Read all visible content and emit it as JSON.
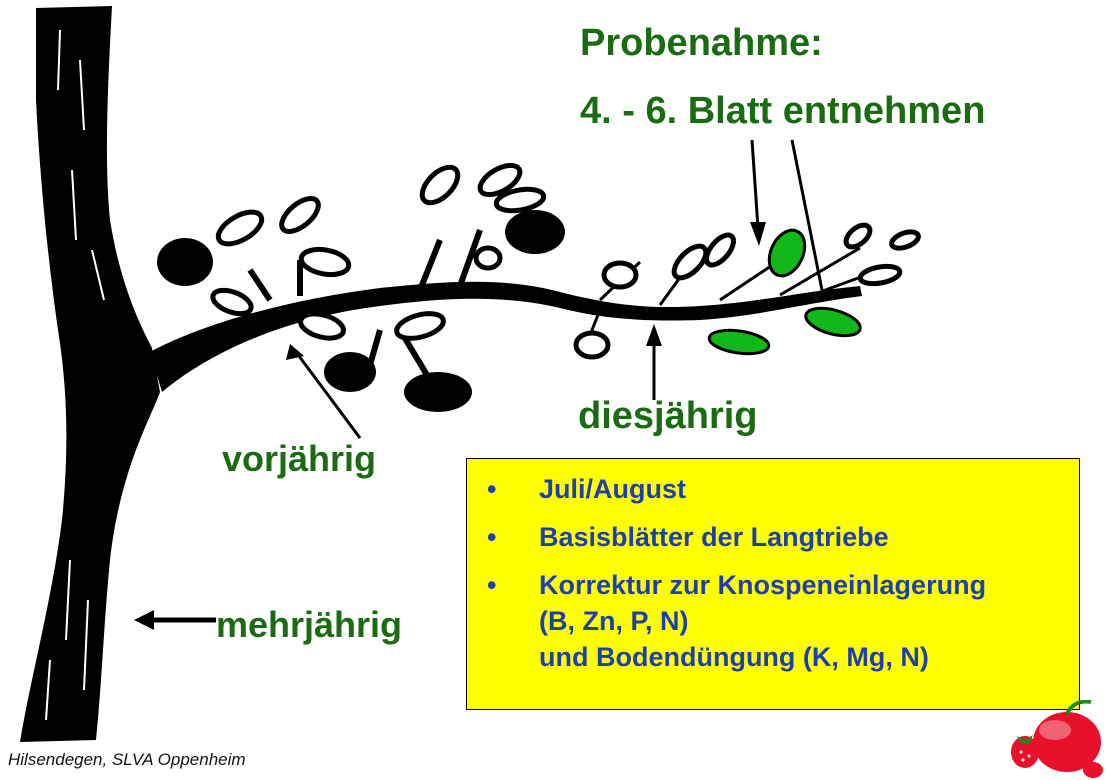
{
  "title": {
    "line1": "Probenahme:",
    "line2": "4. - 6. Blatt entnehmen"
  },
  "labels": {
    "current_year": "diesjährig",
    "previous_year": "vorjährig",
    "perennial": "mehrjährig"
  },
  "info_box": {
    "items": [
      "Juli/August",
      "Basisblätter der Langtriebe",
      "Korrektur zur Knospeneinlagerung"
    ],
    "item3_continuation": [
      "(B, Zn, P, N)",
      "und Bodendüngung (K, Mg, N)"
    ]
  },
  "credit": "Hilsendegen, SLVA Oppenheim",
  "colors": {
    "label_green": "#1a6b12",
    "box_fill": "#ffff00",
    "box_text": "#1f3fae",
    "sample_leaf": "#12b81a",
    "ink": "#000000"
  },
  "icons": {
    "logo": "fruit-logo-icon"
  }
}
